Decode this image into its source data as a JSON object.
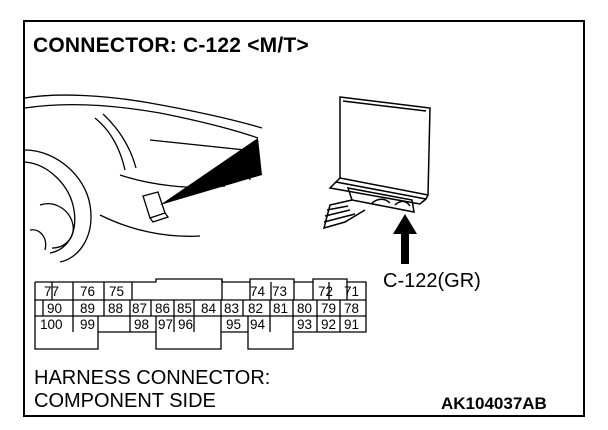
{
  "diagram": {
    "title": "CONNECTOR: C-122 <M/T>",
    "connector_label": "C-122(GR)",
    "footer_line1": "HARNESS CONNECTOR:",
    "footer_line2": "COMPONENT SIDE",
    "figure_code": "AK104037AB"
  },
  "pins": {
    "row1": [
      "77",
      "76",
      "75",
      "74",
      "73",
      "72",
      "71"
    ],
    "row2": [
      "90",
      "89",
      "88",
      "87",
      "86",
      "85",
      "84",
      "83",
      "82",
      "81",
      "80",
      "79",
      "78"
    ],
    "row3": [
      "100",
      "99",
      "98",
      "97",
      "96",
      "95",
      "94",
      "93",
      "92",
      "91"
    ]
  },
  "colors": {
    "line": "#000000",
    "background": "#ffffff"
  }
}
